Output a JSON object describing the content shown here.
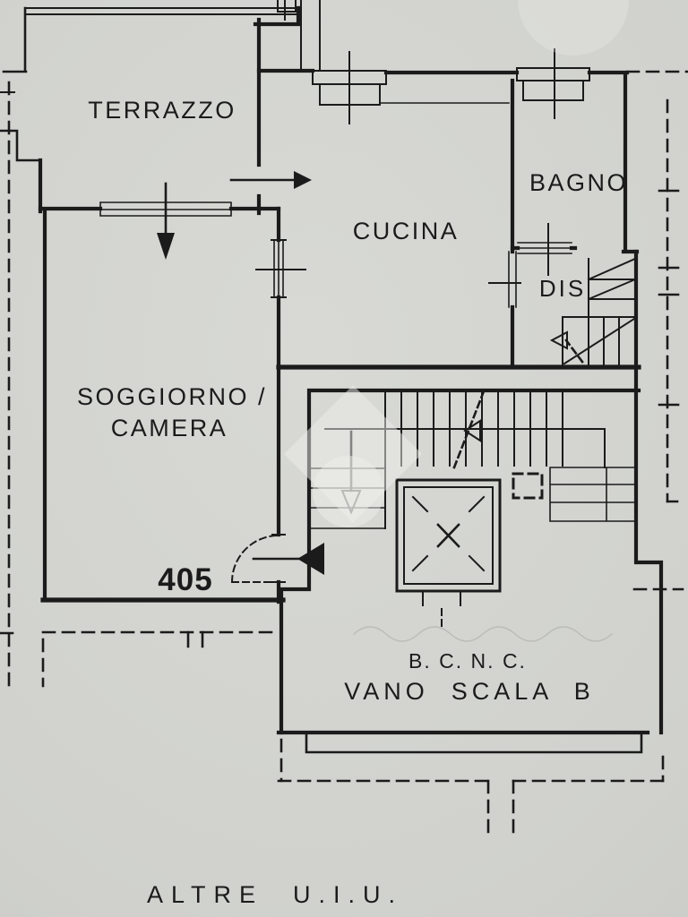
{
  "colors": {
    "paper": "#d0d1cd",
    "paper_light": "#d8d9d5",
    "paper_dark": "#c2c3bf",
    "ink": "#1b1b1b",
    "watermark": "#eeeeea"
  },
  "labels": {
    "terrazzo": "TERRAZZO",
    "cucina": "CUCINA",
    "bagno": "BAGNO",
    "dis": "DIS",
    "soggiorno_line1": "SOGGIORNO /",
    "soggiorno_line2": "CAMERA",
    "unit_number": "405",
    "bcnc": "B. C. N. C.",
    "vano_scala": "VANO  SCALA  B",
    "altre_uiu": "ALTRE  U.I.U."
  }
}
